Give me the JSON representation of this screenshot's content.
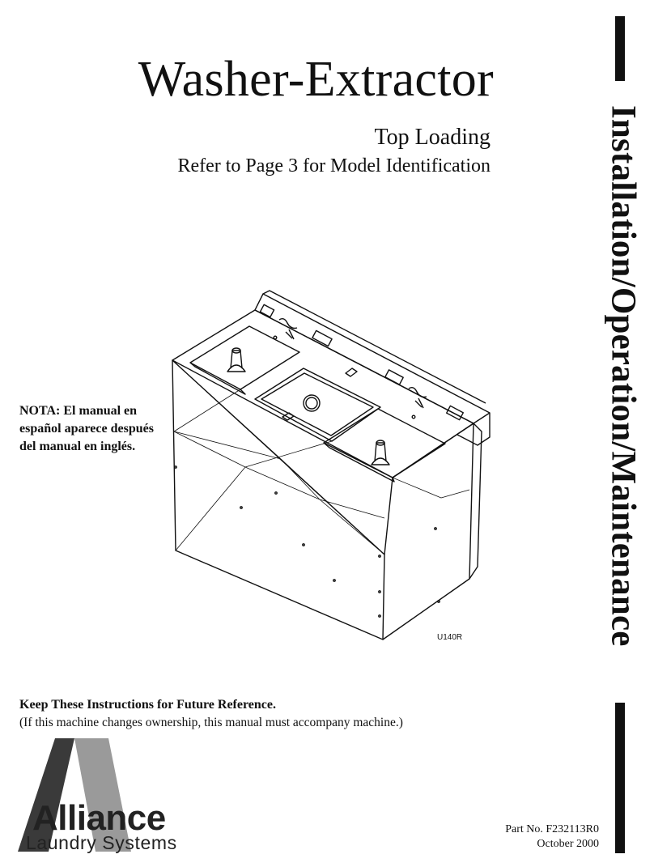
{
  "document": {
    "title": "Washer-Extractor",
    "subtitle": "Top Loading",
    "refer_text": "Refer to Page 3 for Model Identification",
    "side_banner": "Installation/Operation/Maintenance"
  },
  "nota": {
    "line1": "NOTA: El manual en",
    "line2": "español aparece después",
    "line3": "del manual en inglés."
  },
  "figure": {
    "id": "U140R"
  },
  "footer": {
    "keep_instructions": "Keep These Instructions for Future Reference.",
    "ownership_note": "(If this machine changes ownership, this manual must accompany machine.)",
    "part_no": "Part No. F232113R0",
    "date": "October 2000"
  },
  "brand": {
    "name": "Alliance",
    "subline": "Laundry Systems",
    "logo_dark": "#3a3a3a",
    "logo_light": "#9a9a9a"
  }
}
